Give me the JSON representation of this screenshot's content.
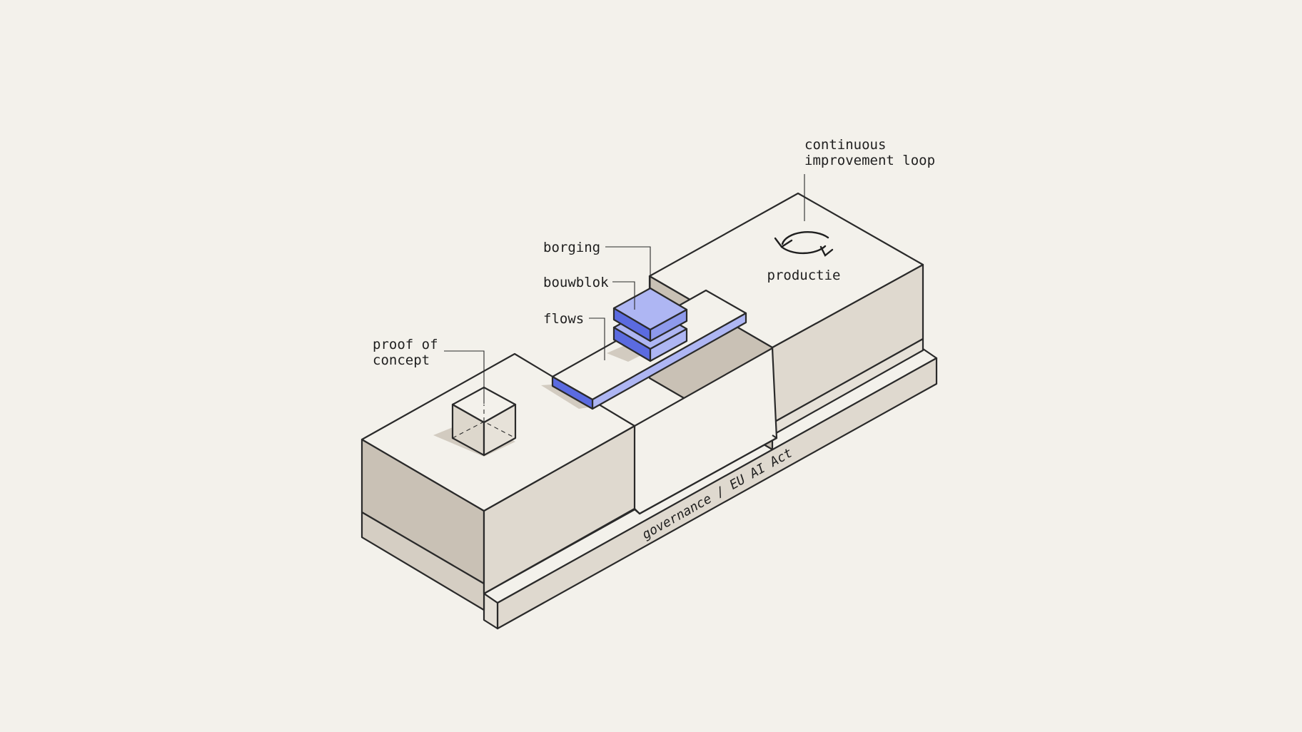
{
  "labels": {
    "proof_of_concept": [
      "proof of",
      "concept"
    ],
    "borging": "borging",
    "bouwblok": "bouwblok",
    "flows": "flows",
    "productie": "productie",
    "continuous_improvement": [
      "continuous",
      "improvement loop"
    ],
    "governance": "governance / EU AI Act"
  },
  "colors": {
    "background": "#f3f1eb",
    "block_top": "#f3f1eb",
    "block_right": "#dfd9cf",
    "block_left": "#c9c1b5",
    "accent_top": "#aeb6f3",
    "accent_side": "#5b6be0",
    "accent_light": "#8e9aec",
    "shadow": "#cbc4b8"
  },
  "icons": {
    "cycle": "refresh-cycle-icon"
  }
}
